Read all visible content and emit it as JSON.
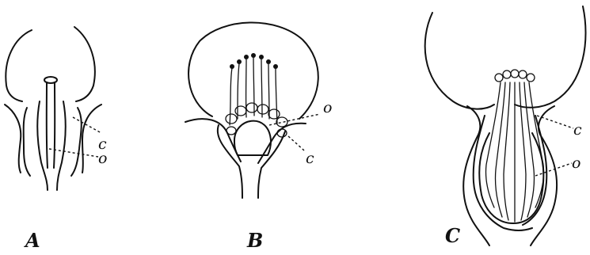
{
  "figure": {
    "panels": [
      {
        "letter": "A",
        "labels": {
          "c": "c",
          "o": "o"
        }
      },
      {
        "letter": "B",
        "labels": {
          "c": "c",
          "o": "o"
        }
      },
      {
        "letter": "C",
        "labels": {
          "c": "c",
          "o": "o"
        }
      }
    ]
  }
}
